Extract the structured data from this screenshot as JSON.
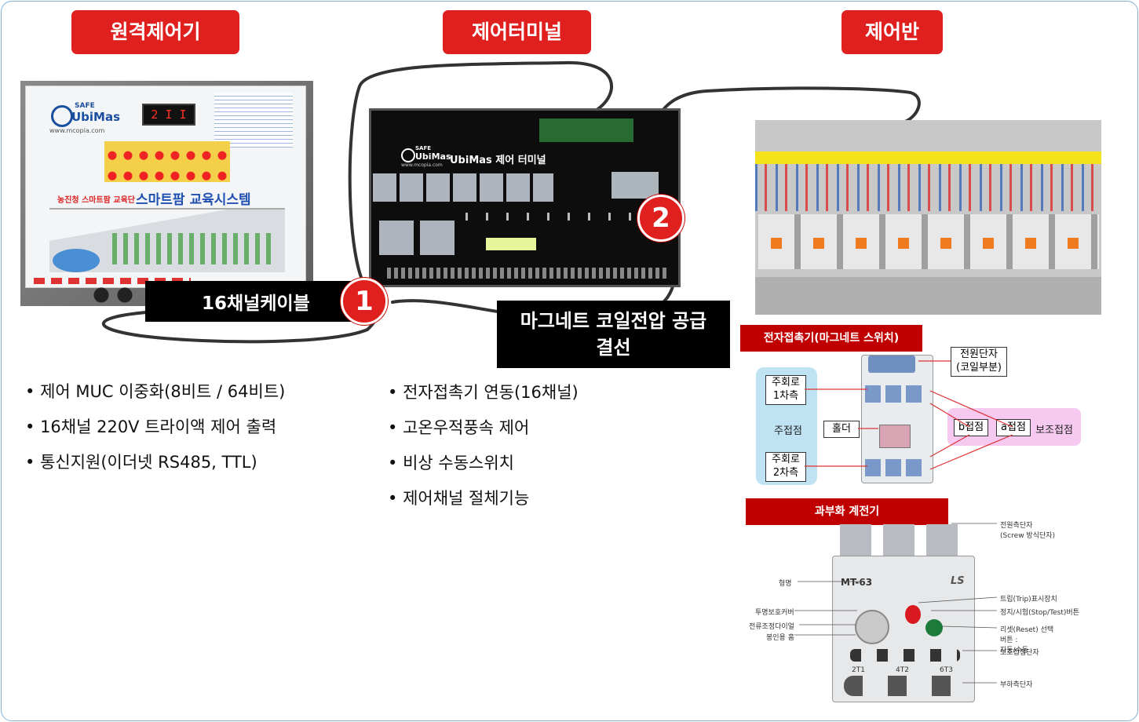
{
  "headers": {
    "remote": "원격제어기",
    "terminal": "제어터미널",
    "panel": "제어반"
  },
  "callouts": {
    "cable": "16채널케이블",
    "badge1": "1",
    "badge2": "2",
    "coil": "마그네트 코일전압 공급 결선"
  },
  "remote_photo": {
    "brand_top": "SAFE",
    "brand": "UbiMas",
    "url": "www.mcopia.com",
    "display": "2 I I",
    "system_title": "스마트팜 교육시스템",
    "system_sub": "농진청 스마트팜 교육단"
  },
  "terminal_photo": {
    "brand_top": "SAFE",
    "brand": "UbiMas",
    "url": "www.mcopia.com",
    "title": "UbiMas 제어 터미널"
  },
  "features_remote": [
    "제어 MUC 이중화(8비트 / 64비트)",
    "16채널 220V 트라이액 제어 출력",
    "통신지원(이더넷 RS485, TTL)"
  ],
  "features_terminal": [
    "전자접촉기 연동(16채널)",
    "고온우적풍속 제어",
    "비상 수동스위치",
    "제어채널 절체기능"
  ],
  "contactor": {
    "title": "전자접촉기(마그네트 스위치)",
    "power_terminal": "전원단자\n(코일부분)",
    "main_primary": "주회로\n1차측",
    "main_contact": "주접점",
    "holder": "홀더",
    "main_secondary": "주회로\n2차측",
    "b_contact": "b접점",
    "a_contact": "a접점",
    "aux_contact": "보조접점"
  },
  "overload": {
    "title": "과부화 계전기",
    "model": "MT-63",
    "brand": "LS",
    "labels_left": [
      "형명",
      "투명보호커버",
      "전류조정다이얼",
      "봉인용 홈"
    ],
    "labels_right": [
      "전원측단자\n(Screw 방식단자)",
      "트립(Trip)표시장치",
      "정지/시험(Stop/Test)버튼",
      "리셋(Reset) 선택버튼 :\n자동/수동",
      "보조접점단자",
      "부하측단자"
    ],
    "terminals_bottom": [
      "2T1",
      "4T2",
      "6T3"
    ]
  },
  "colors": {
    "accent": "#e01f1f",
    "bar": "#c00000",
    "frame": "#7fb2d9"
  }
}
